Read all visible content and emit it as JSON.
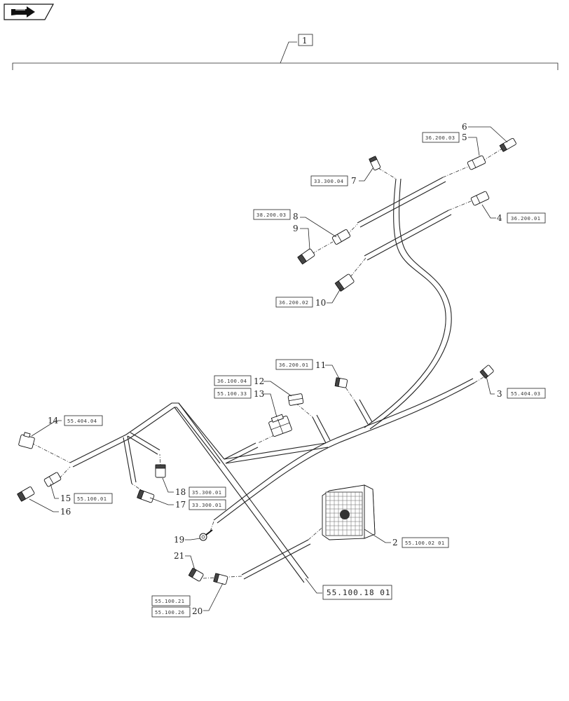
{
  "header": {
    "nav_icon": "next-page-arrow-icon"
  },
  "assembly": {
    "number": "1",
    "main_ref": "55.100.18 01"
  },
  "items": {
    "i2": {
      "num": "2",
      "ref": "55.100.02 01"
    },
    "i3": {
      "num": "3",
      "ref": "55.404.03"
    },
    "i4": {
      "num": "4",
      "ref": "36.200.01"
    },
    "i5": {
      "num": "5",
      "ref": "36.200.03"
    },
    "i6": {
      "num": "6"
    },
    "i7": {
      "num": "7",
      "ref": "33.300.04"
    },
    "i8": {
      "num": "8",
      "ref": "38.200.03"
    },
    "i9": {
      "num": "9"
    },
    "i10": {
      "num": "10",
      "ref": "36.200.02"
    },
    "i11": {
      "num": "11",
      "ref": "36.200.01"
    },
    "i12": {
      "num": "12",
      "ref": "36.100.04"
    },
    "i13": {
      "num": "13",
      "ref": "55.100.33"
    },
    "i14": {
      "num": "14",
      "ref": "55.404.04"
    },
    "i15": {
      "num": "15",
      "ref": "55.100.01"
    },
    "i16": {
      "num": "16"
    },
    "i17": {
      "num": "17",
      "ref": "33.300.01"
    },
    "i18": {
      "num": "18",
      "ref": "35.300.01"
    },
    "i19": {
      "num": "19"
    },
    "i20": {
      "num": "20",
      "ref_a": "55.100.21",
      "ref_b": "55.100.26"
    },
    "i21": {
      "num": "21"
    }
  }
}
